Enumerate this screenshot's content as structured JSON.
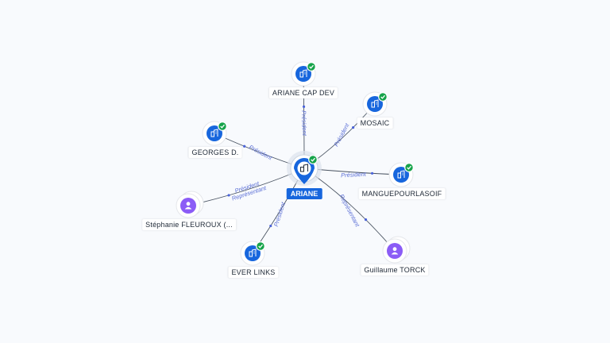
{
  "center": {
    "label": "ARIANE",
    "icon": "company-icon",
    "verified": true
  },
  "nodes": [
    {
      "id": "ariane-cap-dev",
      "label": "ARIANE CAP DEV",
      "kind": "company",
      "icon": "company-icon",
      "verified": true,
      "edge_label": "Président"
    },
    {
      "id": "mosaic",
      "label": "MOSAIC",
      "kind": "company",
      "icon": "company-icon",
      "verified": true,
      "edge_label": "Président"
    },
    {
      "id": "georges-d",
      "label": "GEORGES D.",
      "kind": "company",
      "icon": "company-icon",
      "verified": true,
      "edge_label": "Président"
    },
    {
      "id": "manguepourlasoif",
      "label": "MANGUEPOURLASOIF",
      "kind": "company",
      "icon": "company-icon",
      "verified": true,
      "edge_label": "Président"
    },
    {
      "id": "stephanie-fleuroux",
      "label": "Stéphanie FLEUROUX (...",
      "kind": "person",
      "icon": "person-icon",
      "verified": false,
      "edge_label": "Président",
      "edge_label_2": "Représentant"
    },
    {
      "id": "ever-links",
      "label": "EVER LINKS",
      "kind": "company",
      "icon": "company-icon",
      "verified": true,
      "edge_label": "Président"
    },
    {
      "id": "guillaume-torck",
      "label": "Guillaume TORCK",
      "kind": "person",
      "icon": "person-icon",
      "verified": false,
      "edge_label": "Représentant"
    }
  ],
  "colors": {
    "company": "#1766dd",
    "person": "#8b5cf6",
    "verified": "#16a34a",
    "edge": "#4b5563",
    "edge_label": "#5b6fd6",
    "background": "#f8fafd"
  }
}
